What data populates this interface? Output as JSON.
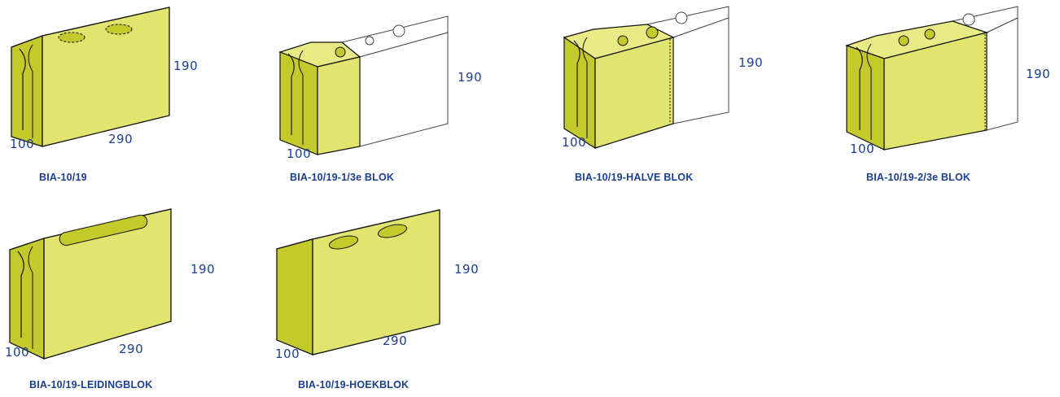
{
  "colors": {
    "fill": "#e1e46d",
    "shade": "#c4c92c",
    "outline": "#111111",
    "label": "#1b3f8f"
  },
  "blocks": [
    {
      "name": "BIA-10/19",
      "width": "100",
      "height": "190",
      "length": "290"
    },
    {
      "name": "BIA-10/19-1/3e BLOK",
      "width": "100",
      "height": "190"
    },
    {
      "name": "BIA-10/19-HALVE BLOK",
      "width": "100",
      "height": "190"
    },
    {
      "name": "BIA-10/19-2/3e BLOK",
      "width": "100",
      "height": "190"
    },
    {
      "name": "BIA-10/19-LEIDINGBLOK",
      "width": "100",
      "height": "190",
      "length": "290"
    },
    {
      "name": "BIA-10/19-HOEKBLOK",
      "width": "100",
      "height": "190",
      "length": "290"
    }
  ]
}
